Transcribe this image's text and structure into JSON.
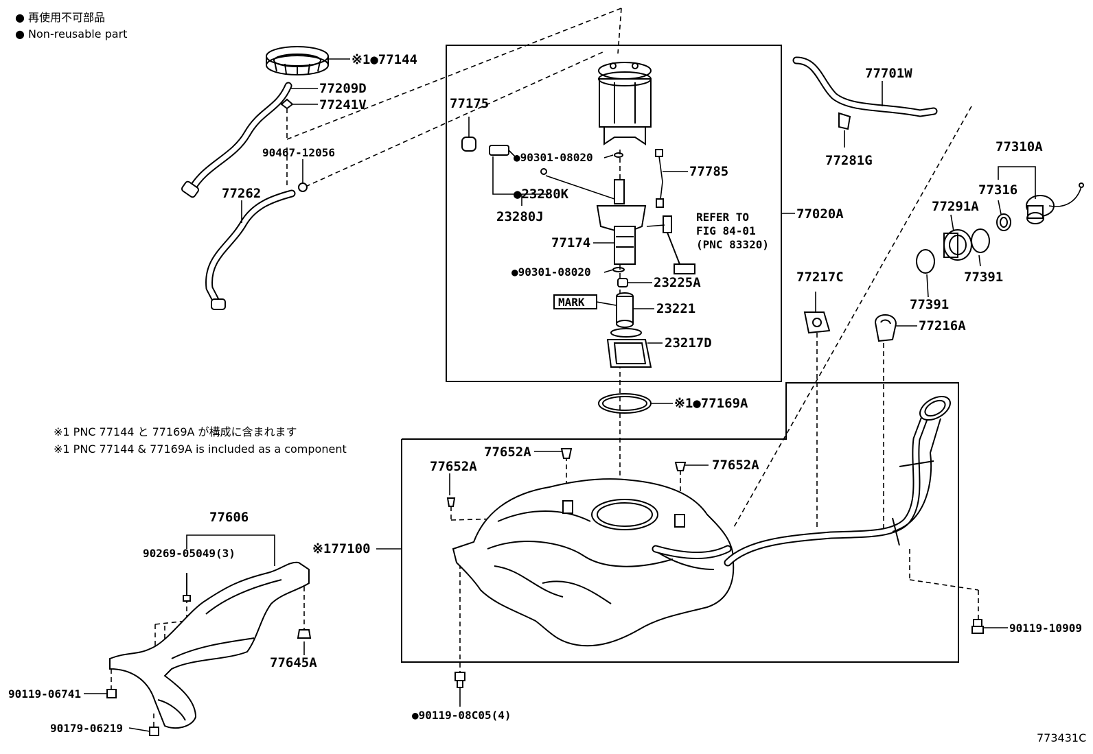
{
  "legend": {
    "line_jp": "● 再使用不可部品",
    "line_en": "● Non-reusable part"
  },
  "notes": {
    "note_jp": "※1 PNC 77144 と 77169A が構成に含まれます",
    "note_en": "※1 PNC 77144 & 77169A is included as a component"
  },
  "labels": {
    "p77144": "※1●77144",
    "p77209D": "77209D",
    "p77241V": "77241V",
    "p90467": "90467-12056",
    "p77262": "77262",
    "p77175": "77175",
    "p90301a": "●90301-08020",
    "p23280K": "●23280K",
    "p23280J": "23280J",
    "p77174": "77174",
    "p90301b": "●90301-08020",
    "p77785": "77785",
    "refer1": "REFER TO",
    "refer2": "FIG 84-01",
    "refer3": "(PNC 83320)",
    "p77020A": "77020A",
    "p23225A": "23225A",
    "mark": "MARK",
    "p23221": "23221",
    "p23217D": "23217D",
    "p77169A": "※1●77169A",
    "p77701W": "77701W",
    "p77281G": "77281G",
    "p77310A": "77310A",
    "p77316": "77316",
    "p77291A": "77291A",
    "p77391a": "77391",
    "p77391b": "77391",
    "p77217C": "77217C",
    "p77216A": "77216A",
    "p77652Aa": "77652A",
    "p77652Ab": "77652A",
    "p77652Ac": "77652A",
    "p77100": "※177100",
    "p77606": "77606",
    "p90269": "90269-05049(3)",
    "p77645A": "77645A",
    "p90119a": "90119-06741",
    "p90179": "90179-06219",
    "p90119b": "●90119-08C05(4)",
    "p90119c": "90119-10909"
  },
  "figure_code": "773431C"
}
